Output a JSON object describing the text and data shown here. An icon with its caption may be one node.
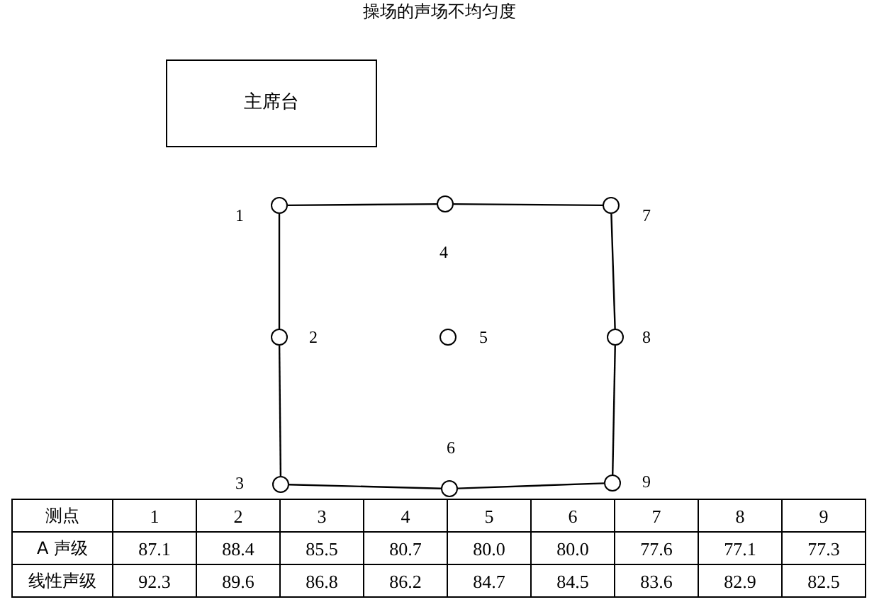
{
  "diagram": {
    "title": "操场的声场不均匀度",
    "nodes": [
      {
        "text": [
          "主席台"
        ]
      },
      {
        "text": [],
        "shape": "circle",
        "beside": [
          "1"
        ]
      },
      {
        "text": [],
        "shape": "circle",
        "beside": [
          "2"
        ]
      },
      {
        "text": [],
        "shape": "circle",
        "beside": [
          "3"
        ]
      },
      {
        "text": [],
        "shape": "circle",
        "beside": [
          "4"
        ]
      },
      {
        "text": [],
        "shape": "circle",
        "beside": [
          "5"
        ]
      },
      {
        "text": [],
        "shape": "circle",
        "beside": [
          "6"
        ]
      },
      {
        "text": [],
        "shape": "circle",
        "beside": [
          "7"
        ]
      },
      {
        "text": [],
        "shape": "circle",
        "beside": [
          "8"
        ]
      },
      {
        "text": [],
        "shape": "circle",
        "beside": [
          "9"
        ]
      }
    ],
    "edges": [
      {
        "from": 1,
        "to": 4,
        "arrow": "none"
      },
      {
        "from": 4,
        "to": 7,
        "arrow": "none"
      },
      {
        "from": 7,
        "to": 8,
        "arrow": "none"
      },
      {
        "from": 8,
        "to": 9,
        "arrow": "none"
      },
      {
        "from": 9,
        "to": 6,
        "arrow": "none"
      },
      {
        "from": 6,
        "to": 3,
        "arrow": "none"
      },
      {
        "from": 3,
        "to": 2,
        "arrow": "none"
      },
      {
        "from": 2,
        "to": 1,
        "arrow": "none"
      }
    ],
    "labels": [
      "测点",
      "1",
      "2",
      "3",
      "4",
      "5",
      "6",
      "7",
      "8",
      "9",
      "A 声级",
      "87.1",
      "88.4",
      "85.5",
      "80.7",
      "80.0",
      "80.0",
      "77.6",
      "77.1",
      "77.3",
      "线性声级",
      "92.3",
      "89.6",
      "86.8",
      "86.2",
      "84.7",
      "84.5",
      "83.6",
      "82.9",
      "82.5"
    ]
  }
}
